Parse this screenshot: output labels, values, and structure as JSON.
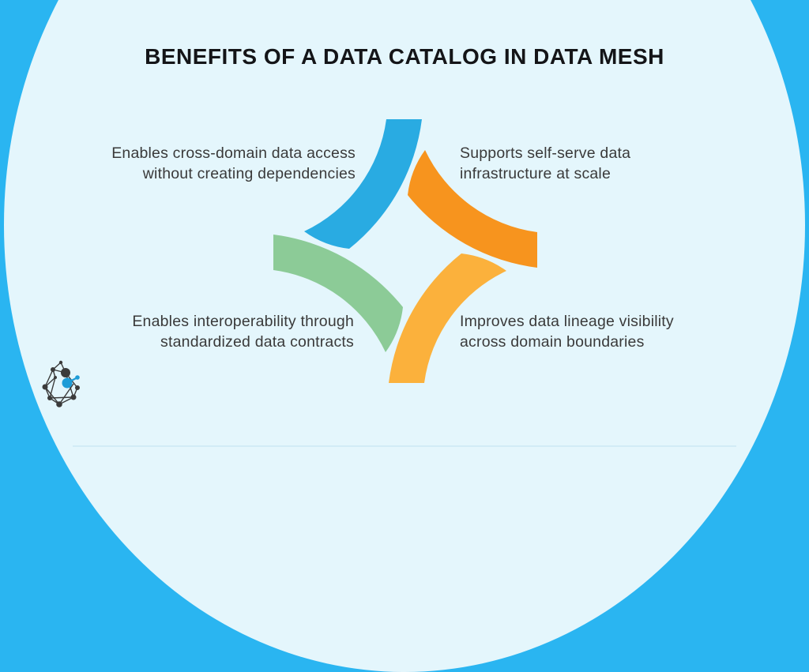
{
  "page": {
    "title": "BENEFITS OF A DATA CATALOG IN DATA MESH"
  },
  "benefits": [
    {
      "position": "top-left",
      "arm_color_name": "blue",
      "arm_color": "#29abe2",
      "line1": "Enables cross-domain data access",
      "line2": "without creating dependencies"
    },
    {
      "position": "top-right",
      "arm_color_name": "orange",
      "arm_color": "#f7941e",
      "line1": "Supports self-serve data",
      "line2": "infrastructure at scale"
    },
    {
      "position": "bottom-left",
      "arm_color_name": "green",
      "arm_color": "#8ccb97",
      "line1": "Enables interoperability through",
      "line2": "standardized data contracts"
    },
    {
      "position": "bottom-right",
      "arm_color_name": "yellow",
      "arm_color": "#fbb13c",
      "line1": "Improves data lineage visibility",
      "line2": "across domain boundaries"
    }
  ],
  "diagram": {
    "type": "pinwheel",
    "arms": [
      "blue-top",
      "orange-right",
      "yellow-bottom",
      "green-left"
    ]
  },
  "colors": {
    "background_blue": "#2ab5f1",
    "panel_light": "#e4f6fc",
    "title_text": "#141518",
    "body_text": "#3a3a3a",
    "logo_dark": "#3b3b3b",
    "logo_blue": "#1e9cd7"
  },
  "logo": {
    "name": "network-graph-logo"
  }
}
